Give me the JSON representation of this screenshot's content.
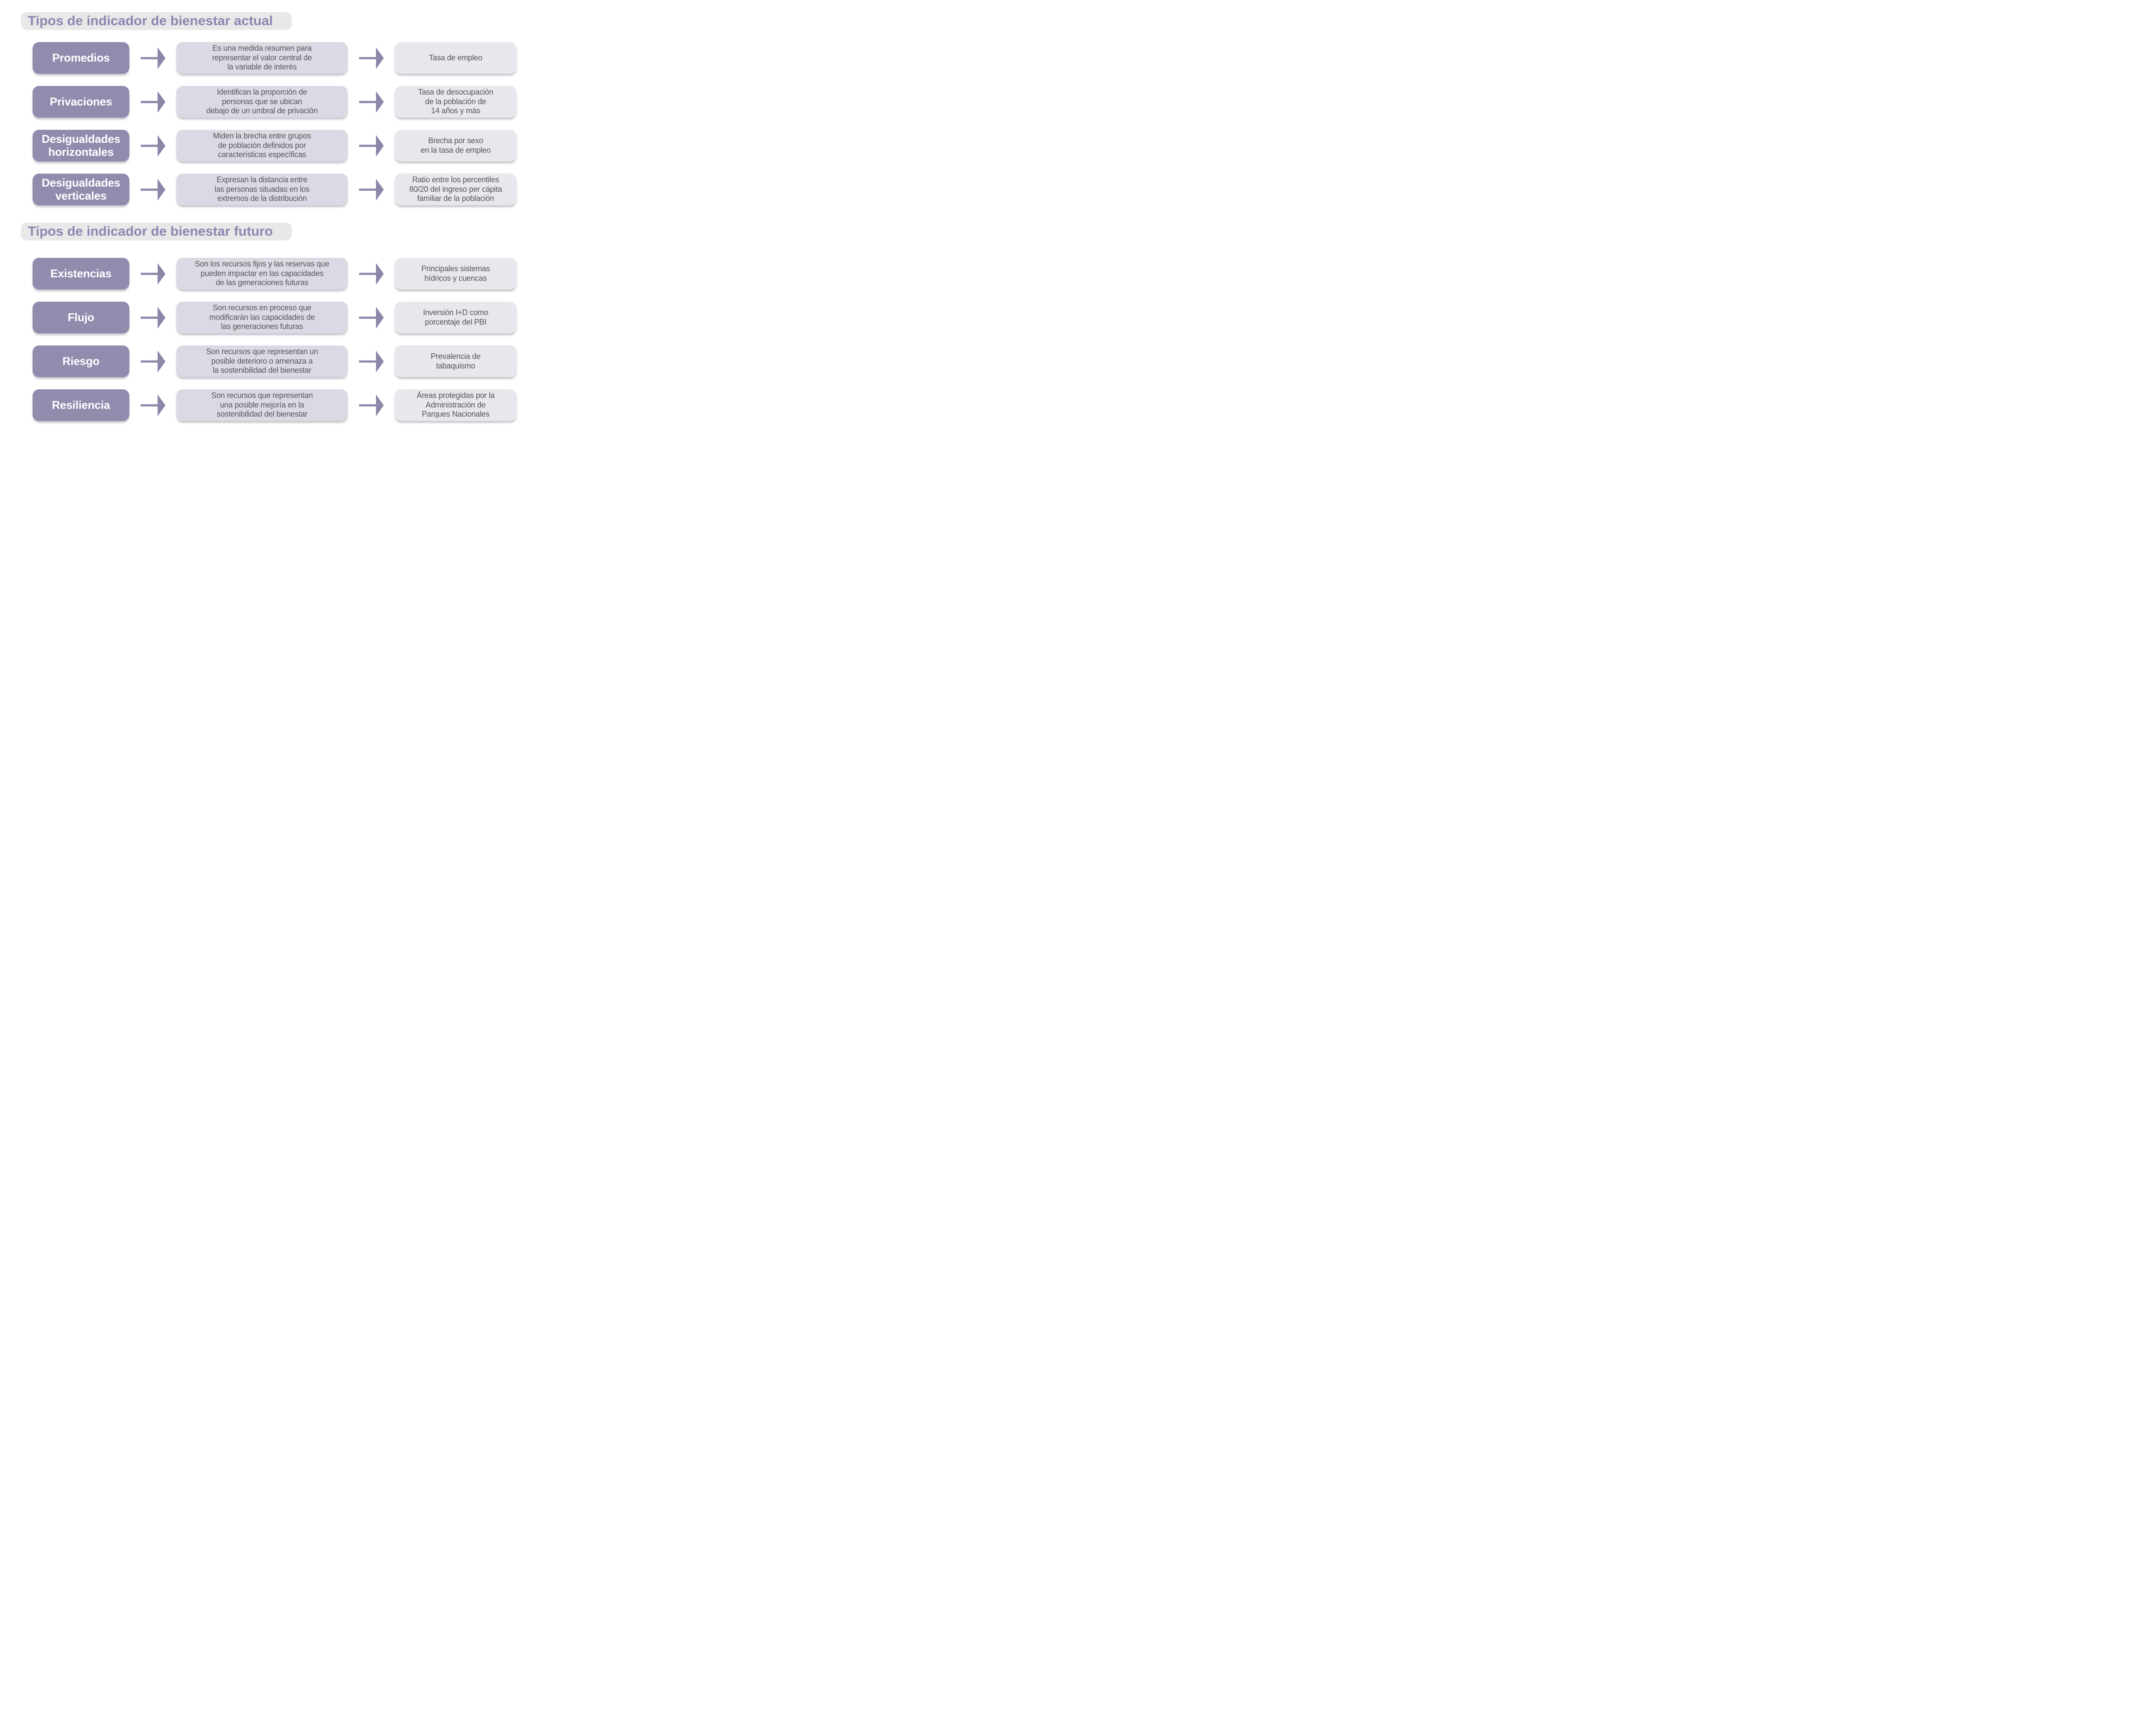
{
  "sections": [
    {
      "title": "Tipos de indicador de bienestar actual",
      "rows": [
        {
          "label": "Promedios",
          "description": "Es una medida resumen para\nrepresentar el valor central de\nla variable de interés",
          "example": "Tasa de empleo"
        },
        {
          "label": "Privaciones",
          "description": "Identifican la proporción de\npersonas que se ubican\ndebajo de un umbral de privación",
          "example": "Tasa de desocupación\nde la población de\n14 años y más"
        },
        {
          "label": "Desigualdades\nhorizontales",
          "description": "Miden la brecha entre grupos\nde población definidos por\ncaracterísticas específicas",
          "example": "Brecha por sexo\nen la tasa de empleo"
        },
        {
          "label": "Desigualdades\nverticales",
          "description": "Expresan la distancia entre\nlas personas situadas en los\nextremos de la distribución",
          "example": "Ratio entre los percentiles\n80/20 del ingreso per cápita\nfamiliar de la población"
        }
      ]
    },
    {
      "title": "Tipos de indicador de bienestar futuro",
      "rows": [
        {
          "label": "Existencias",
          "description": "Son los recursos fijos y las reservas que\npueden impactar en las capacidades\nde las generaciones futuras",
          "example": "Principales sistemas\nhídricos y cuencas"
        },
        {
          "label": "Flujo",
          "description": "Son recursos en proceso que\nmodificarán las capacidades de\nlas generaciones futuras",
          "example": "Inversión I+D como\nporcentaje del PBI"
        },
        {
          "label": "Riesgo",
          "description": "Son recursos que representan un\nposible deterioro o amenaza a\nla sostenibilidad del bienestar",
          "example": "Prevalencia de\ntabaquismo"
        },
        {
          "label": "Resiliencia",
          "description": "Son recursos que representan\nuna posible mejoría en la\nsostenibilidad del bienestar",
          "example": "Áreas protegidas por la\nAdministración de\nParques Nacionales"
        }
      ]
    }
  ],
  "colors": {
    "title_text": "#8b87b0",
    "title_background": "#e8e8e8",
    "category_box": "#8f8cae",
    "category_text": "#ffffff",
    "definition_box": "#dadae4",
    "example_box": "#e7e7ed",
    "arrow": "#8a87a9",
    "body_text": "#57585a",
    "page_background": "#ffffff"
  }
}
